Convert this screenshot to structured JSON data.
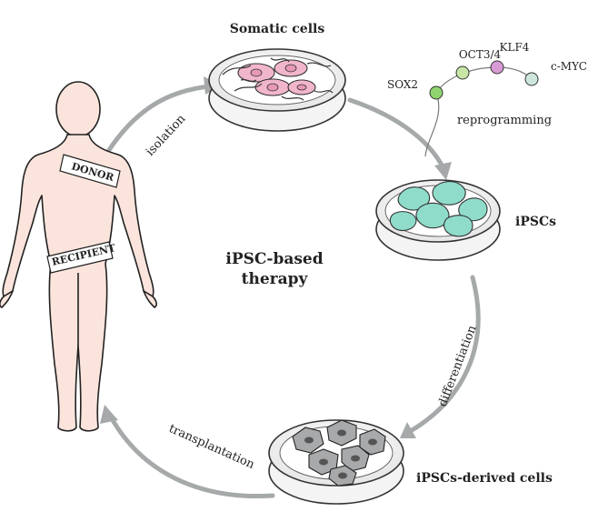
{
  "center": {
    "line1": "iPSC-based",
    "line2": "therapy"
  },
  "stages": {
    "somatic": "Somatic cells",
    "ipscs": "iPSCs",
    "derived": "iPSCs-derived cells"
  },
  "arrows": {
    "isolation": "isolation",
    "differentiation": "differentiation",
    "transplantation": "transplantation"
  },
  "body_labels": {
    "donor": "DONOR",
    "recipient": "RECIPIENT"
  },
  "factors": {
    "items": [
      {
        "name": "SOX2",
        "color": "#8fd46e"
      },
      {
        "name": "OCT3/4",
        "color": "#c7e6a6"
      },
      {
        "name": "KLF4",
        "color": "#d99bd6"
      },
      {
        "name": "c-MYC",
        "color": "#cde6dc"
      }
    ],
    "process": "reprogramming"
  },
  "colors": {
    "arrow": "#a6a9aa",
    "skin": "#fbe4dc",
    "somatic_cell": "#f2b6cc",
    "ipsc_cell": "#8fdccb",
    "derived_cell": "#a7a9ab"
  }
}
